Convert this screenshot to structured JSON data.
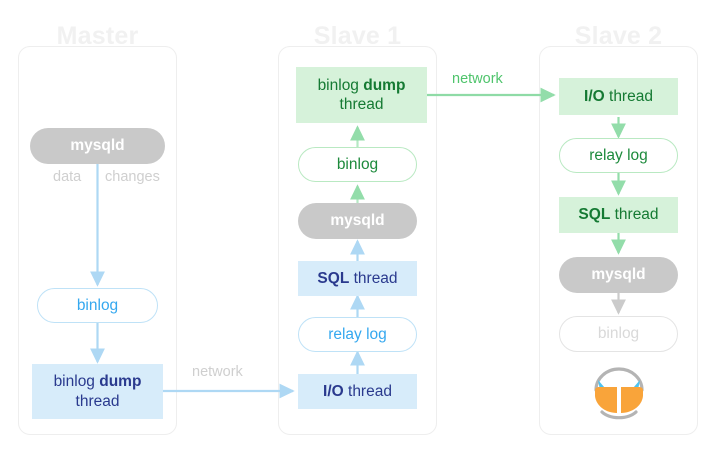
{
  "diagram": {
    "title": "MySQL replication chain: Master to Slave 1 to Slave 2",
    "colors": {
      "blue_fill": "#d7ecfa",
      "blue_text": "#2a3a8e",
      "blue_outline_text": "#35a8ef",
      "green_fill": "#d6f2da",
      "green_text": "#157a33",
      "green_arrow": "#7fd99a",
      "blue_arrow": "#aed8f4",
      "gray_fill": "#c9c9c9",
      "gray_text": "#9b9b9b",
      "panel_border": "#eeeeee",
      "title_color": "#f1f1f1",
      "mascot_orange": "#f9a43a",
      "mascot_blue": "#4fc3f0",
      "mascot_gray": "#b0b0b0"
    }
  },
  "panels": [
    {
      "id": "master",
      "title": "Master",
      "nodes": [
        {
          "id": "master-mysqld",
          "label": "mysqld",
          "style": "gray-fill"
        },
        {
          "id": "master-binlog",
          "label": "binlog",
          "style": "blue-outline"
        },
        {
          "id": "master-dump-thread",
          "label_plain": "binlog thread",
          "label_pre": "binlog ",
          "label_bold": "dump",
          "label_post": "thread",
          "style": "blue-fill"
        }
      ],
      "captions": [
        {
          "id": "master-caption-data",
          "text": "data",
          "tone": "gray"
        },
        {
          "id": "master-caption-changes",
          "text": "changes",
          "tone": "gray"
        }
      ]
    },
    {
      "id": "slave1",
      "title": "Slave 1",
      "nodes": [
        {
          "id": "slave1-dump-thread",
          "label_pre": "binlog ",
          "label_bold": "dump",
          "label_post": "thread",
          "style": "green-fill"
        },
        {
          "id": "slave1-binlog",
          "label": "binlog",
          "style": "green-outline"
        },
        {
          "id": "slave1-mysqld",
          "label": "mysqld",
          "style": "gray-fill"
        },
        {
          "id": "slave1-sql-thread",
          "label_bold": "SQL",
          "label_post_inline": " thread",
          "style": "blue-fill"
        },
        {
          "id": "slave1-relay-log",
          "label": "relay log",
          "style": "blue-outline"
        },
        {
          "id": "slave1-io-thread",
          "label_bold": "I/O",
          "label_post_inline": " thread",
          "style": "blue-fill"
        }
      ],
      "captions": []
    },
    {
      "id": "slave2",
      "title": "Slave 2",
      "nodes": [
        {
          "id": "slave2-io-thread",
          "label_bold": "I/O",
          "label_post_inline": " thread",
          "style": "green-fill"
        },
        {
          "id": "slave2-relay-log",
          "label": "relay log",
          "style": "green-outline"
        },
        {
          "id": "slave2-sql-thread",
          "label_bold": "SQL",
          "label_post_inline": " thread",
          "style": "green-fill"
        },
        {
          "id": "slave2-mysqld",
          "label": "mysqld",
          "style": "gray-fill"
        },
        {
          "id": "slave2-binlog",
          "label": "binlog",
          "style": "gray-outline"
        }
      ],
      "captions": []
    }
  ],
  "network_labels": [
    {
      "id": "network-master-slave1",
      "text": "network",
      "tone": "gray"
    },
    {
      "id": "network-slave1-slave2",
      "text": "network",
      "tone": "green"
    }
  ],
  "mascot": {
    "id": "dolphin-mascot",
    "alt": "mysql dolphin mascot"
  }
}
